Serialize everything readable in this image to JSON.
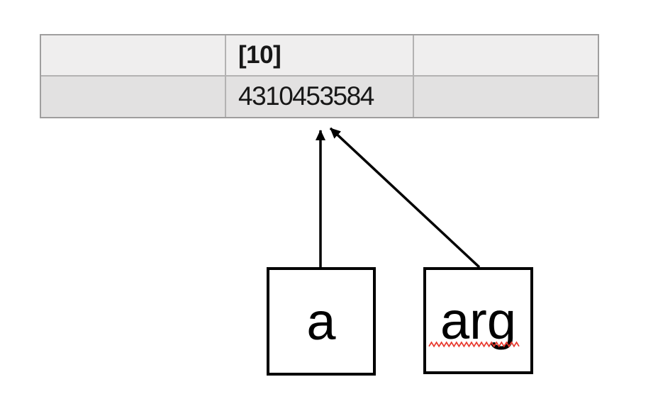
{
  "diagram": {
    "table": {
      "rows": [
        {
          "cells": [
            "",
            "[10]",
            ""
          ]
        },
        {
          "cells": [
            "",
            "4310453584",
            ""
          ]
        }
      ]
    },
    "variables": [
      {
        "label": "a"
      },
      {
        "label": "arg",
        "spellcheck_underline": true
      }
    ],
    "colors": {
      "row1_bg": "#efeeee",
      "row2_bg": "#e2e1e1",
      "table_border": "#a6a5a5",
      "arrow": "#000000",
      "arrow_shadow": "#9a9a9a",
      "squiggle": "#e8392e"
    }
  }
}
